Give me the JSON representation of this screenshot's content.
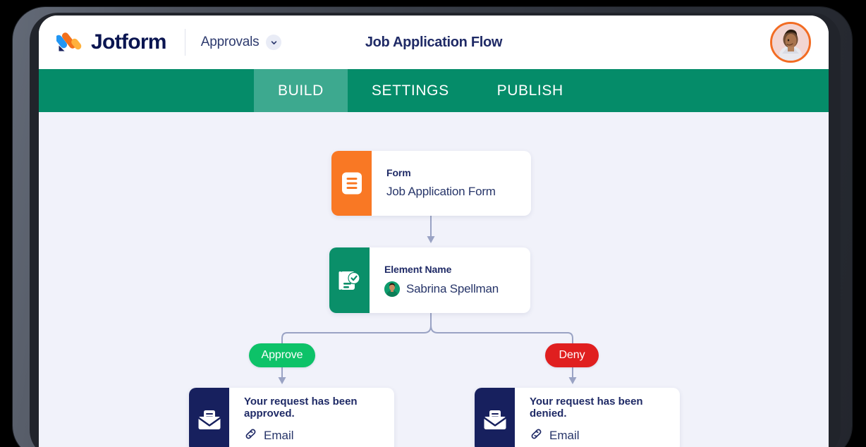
{
  "header": {
    "brand_name": "Jotform",
    "brand_logo_icon": "jotform-logo-icon",
    "workspace_label": "Approvals",
    "workspace_chevron_icon": "chevron-down-icon",
    "page_title": "Job Application Flow",
    "avatar_icon": "user-avatar",
    "brand_color": "#0a1551",
    "avatar_ring_color": "#f26c23"
  },
  "nav": {
    "tabs": [
      {
        "label": "BUILD",
        "active": true
      },
      {
        "label": "SETTINGS",
        "active": false
      },
      {
        "label": "PUBLISH",
        "active": false
      }
    ],
    "bar_color": "#058c69",
    "active_tab_color": "#3da98f"
  },
  "canvas": {
    "background_color": "#f1f2fa",
    "connector_color": "#9aa3c4",
    "nodes": [
      {
        "id": "form",
        "kicker": "Form",
        "value": "Job Application Form",
        "icon": "form-document-icon",
        "accent_color": "#f97824"
      },
      {
        "id": "element",
        "kicker": "Element Name",
        "value": "Sabrina Spellman",
        "icon": "approval-checklist-icon",
        "avatar_icon": "assignee-avatar",
        "accent_color": "#0a8f69"
      },
      {
        "id": "approved-email",
        "kicker": "Your request has been approved.",
        "value": "Email",
        "icon": "envelope-icon",
        "link_icon": "link-icon",
        "accent_color": "#17205e"
      },
      {
        "id": "denied-email",
        "kicker": "Your request has been denied.",
        "value": "Email",
        "icon": "envelope-icon",
        "link_icon": "link-icon",
        "accent_color": "#17205e"
      }
    ],
    "branches": [
      {
        "label": "Approve",
        "color": "#0dc268"
      },
      {
        "label": "Deny",
        "color": "#e01f1f"
      }
    ]
  }
}
